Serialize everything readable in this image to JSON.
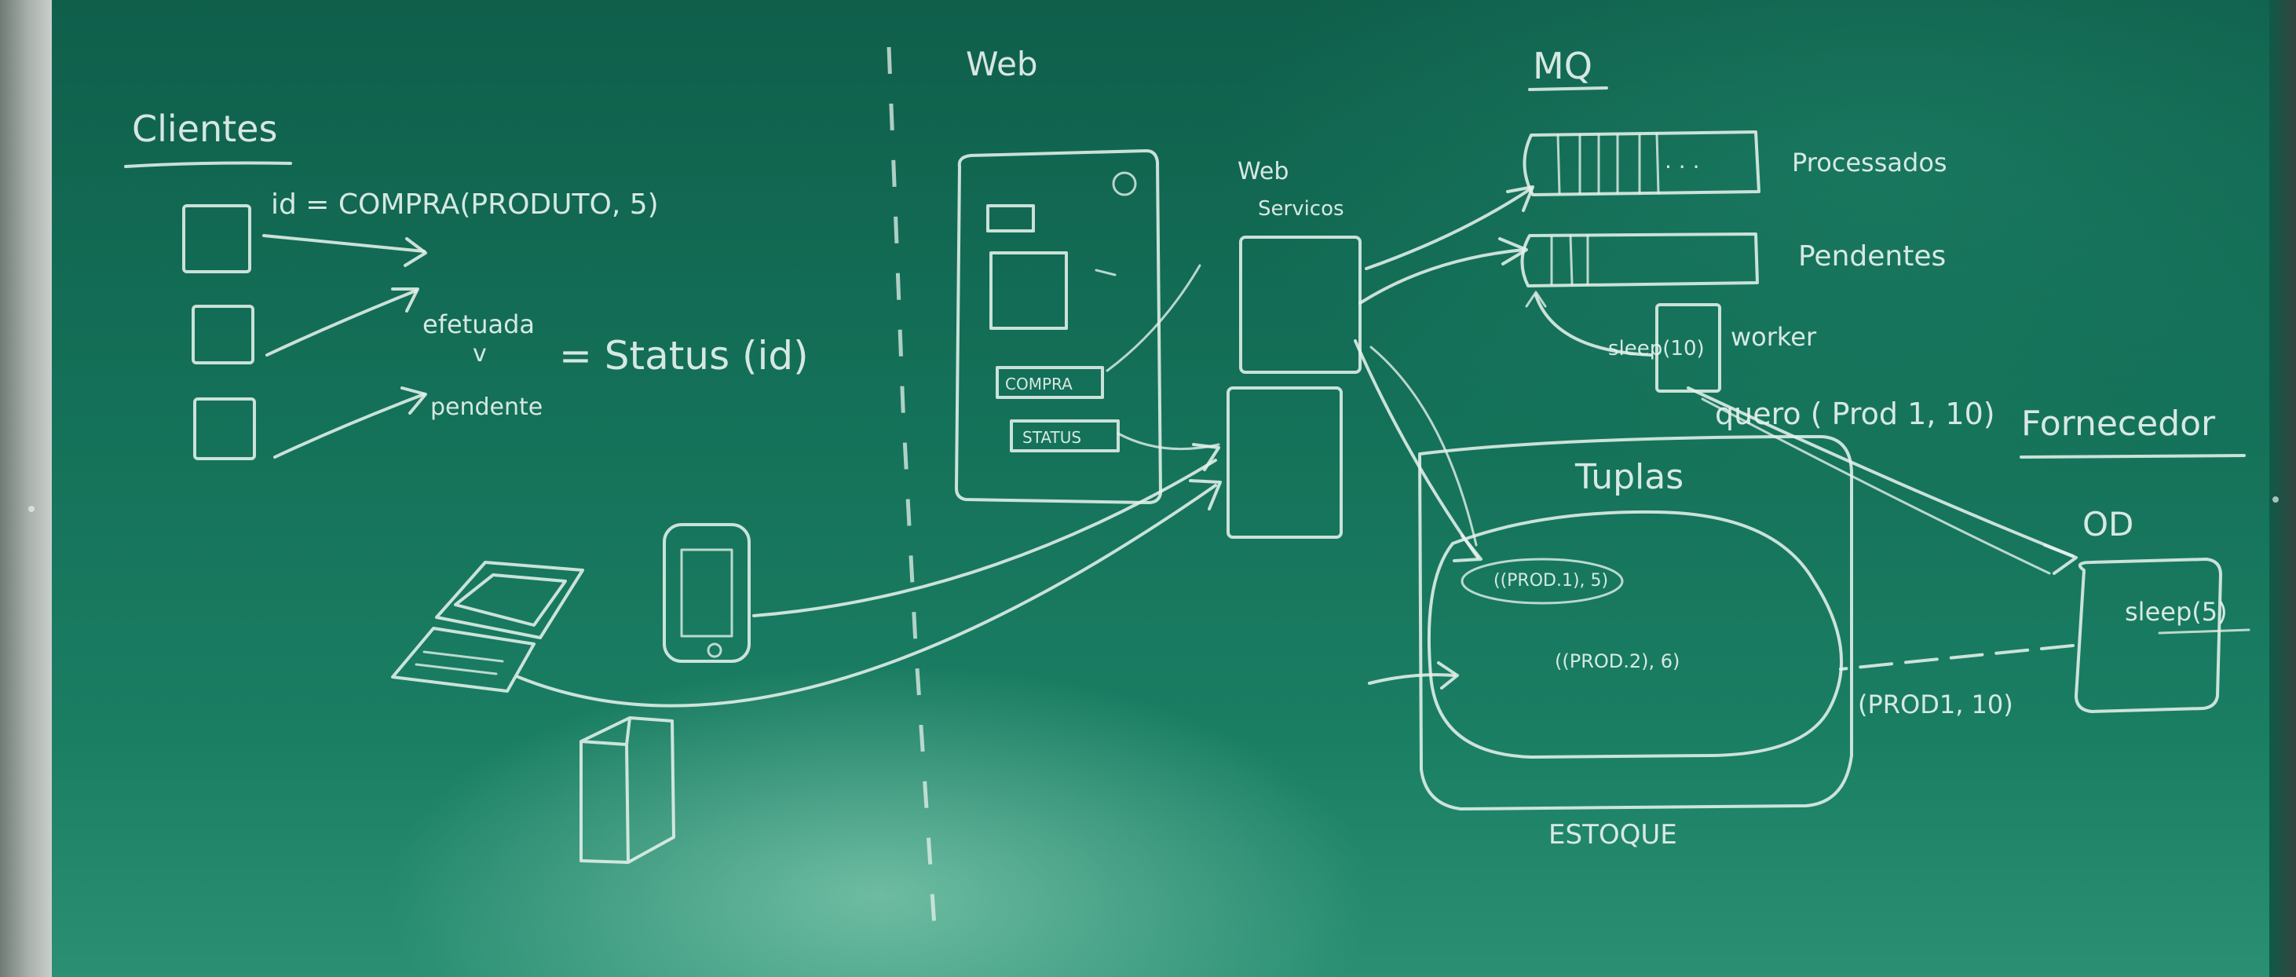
{
  "board": {
    "clientes": {
      "title": "Clientes",
      "compra_call": "id = COMPRA(PRODUTO, 5)",
      "status_call": "= Status (id)",
      "status_var": "v",
      "value_efetuada": "efetuada",
      "value_pendente": "pendente"
    },
    "web": {
      "title": "Web",
      "compra_label": "COMPRA",
      "status_label": "STATUS",
      "services_title_1": "Web",
      "services_title_2": "Servicos"
    },
    "mq": {
      "title": "MQ",
      "queue_processados": "Processados",
      "queue_pendentes": "Pendentes",
      "processados_dots": "· · ·",
      "worker_label": "worker",
      "worker_sleep": "sleep(10)",
      "quero_msg": "quero ( Prod 1, 10)"
    },
    "estoque": {
      "tuplas_title": "Tuplas",
      "tuple_1": "((PROD.1), 5)",
      "tuple_2": "((PROD.2), 6)",
      "label": "ESTOQUE"
    },
    "fornecedor": {
      "title": "Fornecedor",
      "od_label": "OD",
      "sleep_label": "sleep(5)",
      "supply_tuple": "(PROD1, 10)"
    }
  }
}
